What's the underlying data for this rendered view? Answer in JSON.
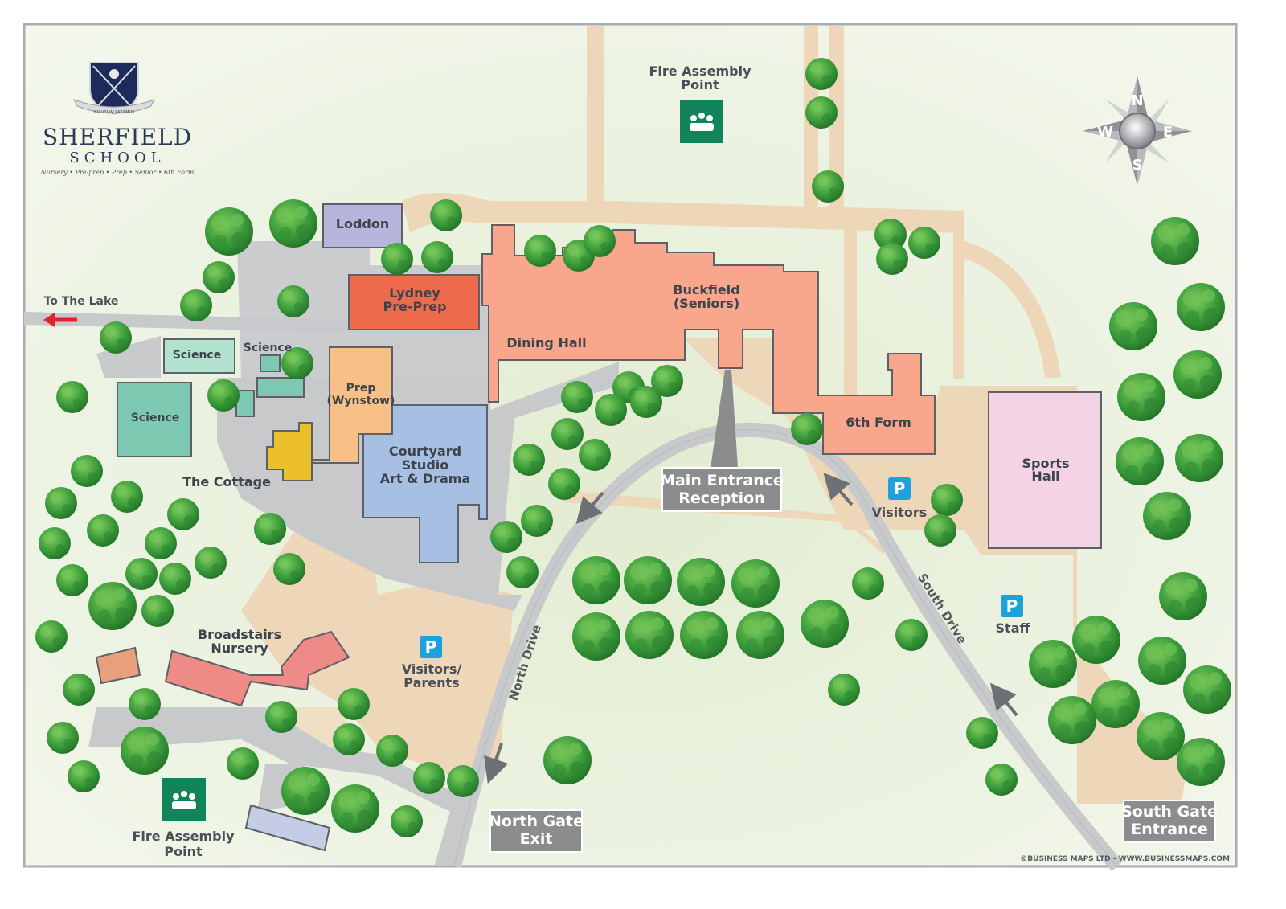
{
  "logo": {
    "name": "SHERFIELD",
    "sub": "SCHOOL",
    "tagline": "Nursery • Pre-prep • Prep • Senior • 6th Form",
    "motto": "NO VIVAM PARAMUS"
  },
  "compass": {
    "n": "N",
    "e": "E",
    "s": "S",
    "w": "W"
  },
  "buildings": {
    "loddon": "Loddon",
    "lydney_1": "Lydney",
    "lydney_2": "Pre-Prep",
    "buckfield_1": "Buckfield",
    "buckfield_2": "(Seniors)",
    "dining": "Dining Hall",
    "sixth": "6th Form",
    "science_a": "Science",
    "science_b": "Science",
    "science_c": "Science",
    "prep_1": "Prep",
    "prep_2": "(Wynstow)",
    "courtyard_1": "Courtyard",
    "courtyard_2": "Studio",
    "courtyard_3": "Art & Drama",
    "cottage": "The Cottage",
    "sports_1": "Sports",
    "sports_2": "Hall",
    "nursery_1": "Broadstairs",
    "nursery_2": "Nursery"
  },
  "labels": {
    "lake": "To The Lake",
    "assembly_top_1": "Fire Assembly",
    "assembly_top_2": "Point",
    "assembly_bottom_1": "Fire Assembly",
    "assembly_bottom_2": "Point",
    "north_drive": "North Drive",
    "south_drive": "South Drive",
    "parking_symbol": "P",
    "visitors_parents_1": "Visitors/",
    "visitors_parents_2": "Parents",
    "visitors": "Visitors",
    "staff": "Staff",
    "copyright": "©BUSINESS MAPS LTD - WWW.BUSINESSMAPS.COM"
  },
  "signs": {
    "main_1": "Main Entrance",
    "main_2": "Reception",
    "north_1": "North Gate",
    "north_2": "Exit",
    "south_1": "South Gate",
    "south_2": "Entrance"
  },
  "colors": {
    "grass": "#eaf2de",
    "path": "#eed6b8",
    "road": "#c8c9cb",
    "senior": "#f8a68c",
    "lydney": "#ee6a4c",
    "loddon": "#b8b5dc",
    "science": "#7dc8b0",
    "prep": "#f6c086",
    "courtyard": "#a7bfe2",
    "cottage": "#ebc02a",
    "sports": "#f4d4e4",
    "nursery": "#ef8b86",
    "sign": "#8b8c8e",
    "parking": "#1ea2dc",
    "assembly": "#11845a",
    "tree": "#3a9a3a"
  }
}
